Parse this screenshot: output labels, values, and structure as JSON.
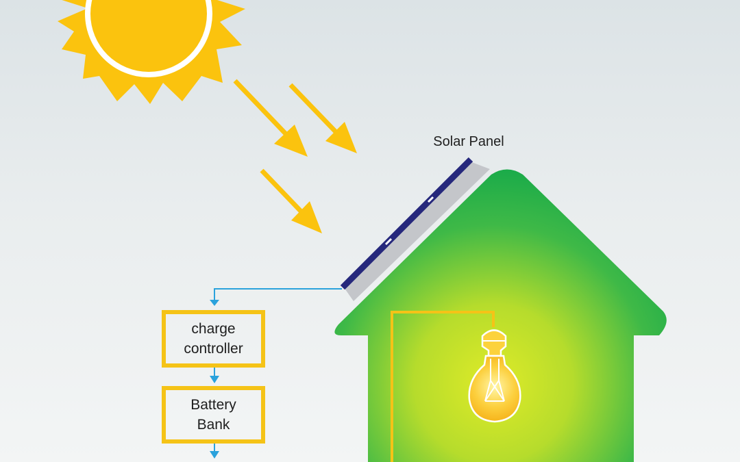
{
  "labels": {
    "solar_panel": "Solar Panel",
    "charge_controller": [
      "charge",
      "controller"
    ],
    "battery_bank": [
      "Battery",
      "Bank"
    ]
  },
  "colors": {
    "sun": "#fbc30e",
    "arrow": "#fbc30e",
    "house_outer": "#12a84a",
    "house_inner": "#d7e82c",
    "panel": "#26287c",
    "panel_frame": "#c4c6ca",
    "wire": "#f5c317",
    "flow_line": "#2aa2dc",
    "box_border": "#f5c317"
  },
  "icons": [
    "sun-icon",
    "light-bulb-icon",
    "solar-panel-icon"
  ]
}
